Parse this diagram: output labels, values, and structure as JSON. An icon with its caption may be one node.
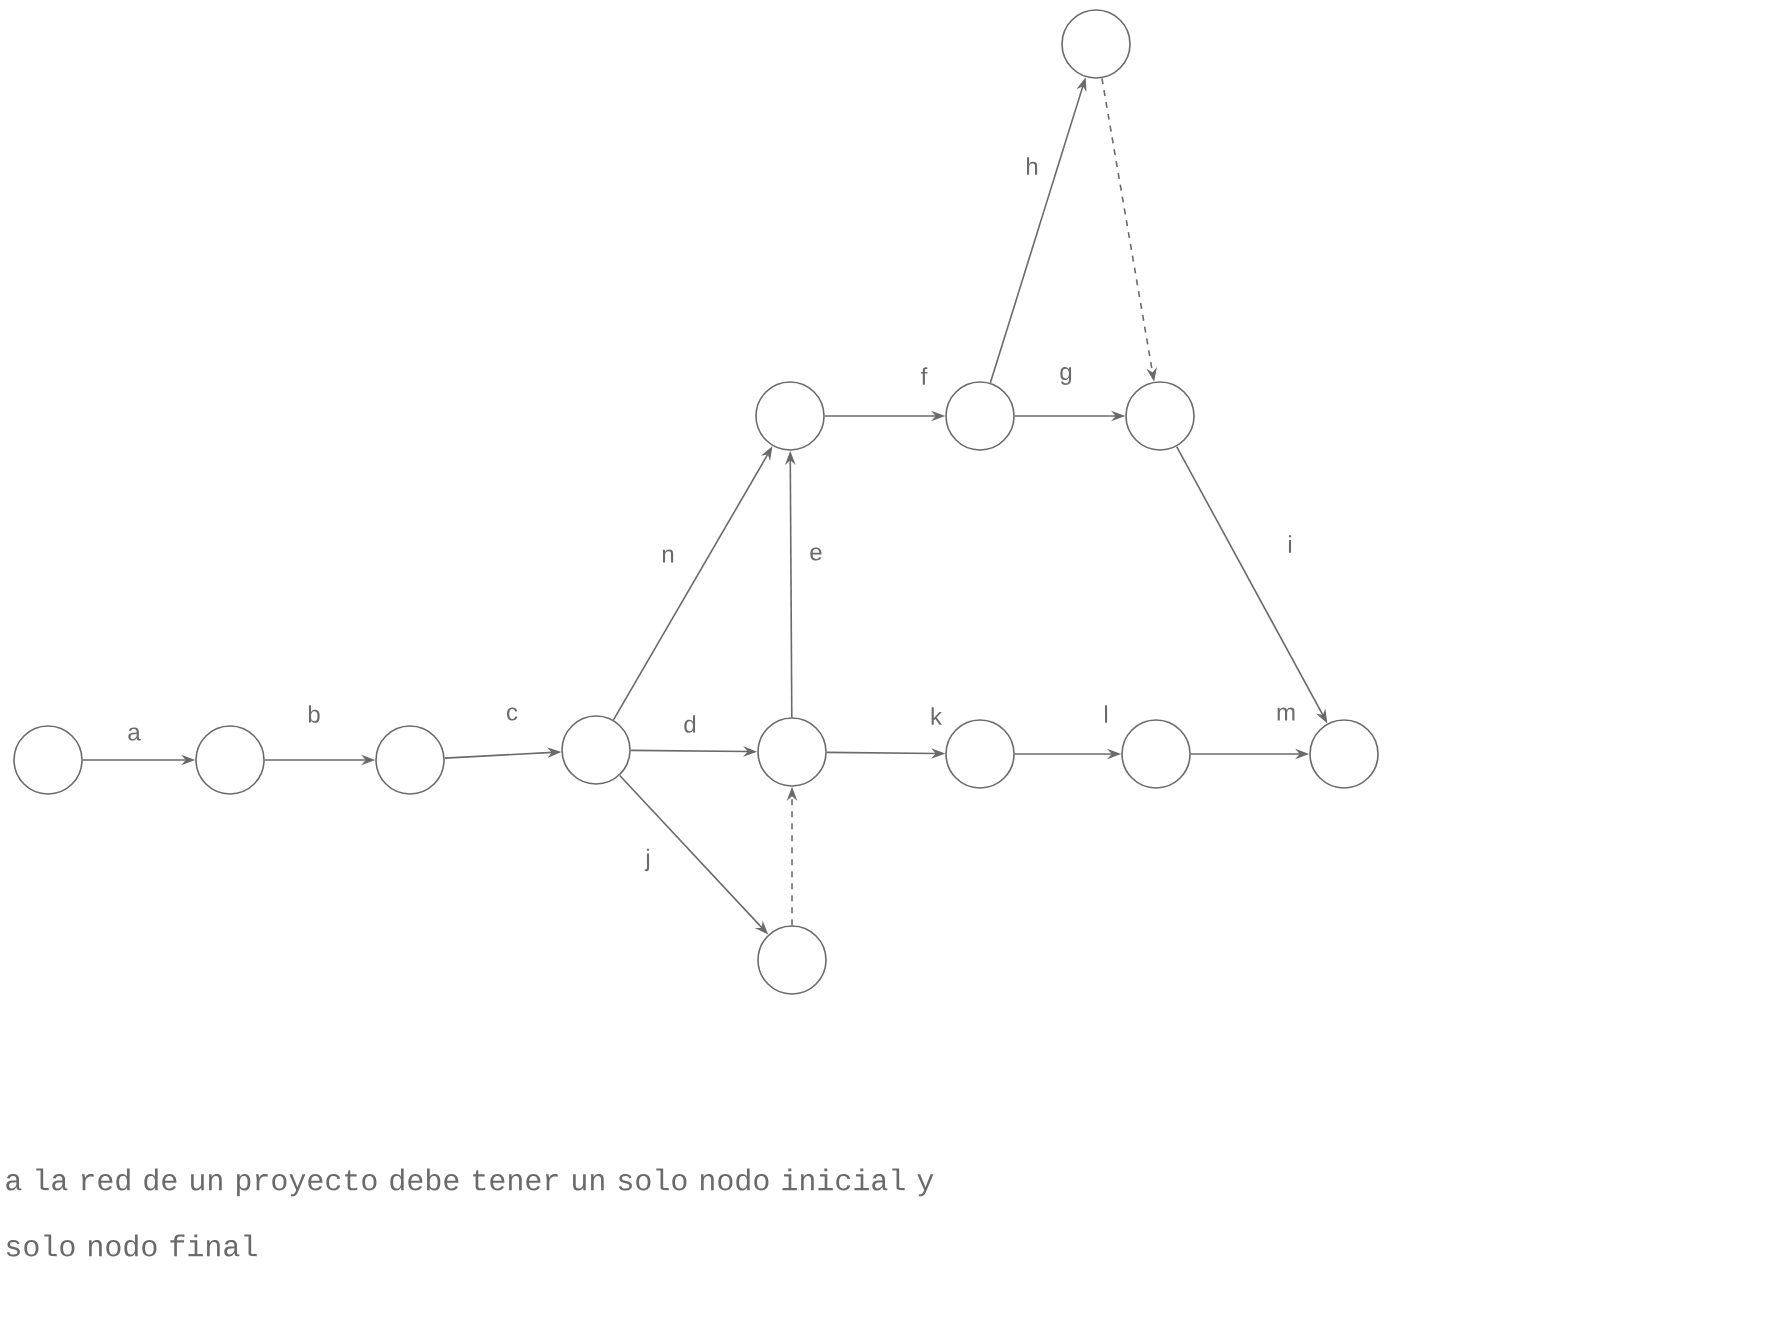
{
  "diagram": {
    "nodes": [
      {
        "text": [],
        "shape": "circle"
      },
      {
        "text": [],
        "shape": "circle"
      },
      {
        "text": [],
        "shape": "circle"
      },
      {
        "text": [],
        "shape": "circle"
      },
      {
        "text": [],
        "shape": "circle"
      },
      {
        "text": [],
        "shape": "circle"
      },
      {
        "text": [],
        "shape": "circle"
      },
      {
        "text": [],
        "shape": "circle"
      },
      {
        "text": [],
        "shape": "circle"
      },
      {
        "text": [],
        "shape": "circle"
      },
      {
        "text": [],
        "shape": "circle"
      },
      {
        "text": [],
        "shape": "circle"
      },
      {
        "text": [],
        "shape": "circle"
      }
    ],
    "edges": [
      {
        "from": 0,
        "to": 1,
        "arrow": "to",
        "label": "a"
      },
      {
        "from": 1,
        "to": 2,
        "arrow": "to",
        "label": "b"
      },
      {
        "from": 2,
        "to": 3,
        "arrow": "to",
        "label": "c"
      },
      {
        "from": 3,
        "to": 4,
        "arrow": "to",
        "label": "n"
      },
      {
        "from": 3,
        "to": 8,
        "arrow": "to",
        "label": "d"
      },
      {
        "from": 3,
        "to": 12,
        "arrow": "to",
        "label": "j"
      },
      {
        "from": 8,
        "to": 4,
        "arrow": "to",
        "label": "e"
      },
      {
        "from": 4,
        "to": 5,
        "arrow": "to",
        "label": "f"
      },
      {
        "from": 5,
        "to": 6,
        "arrow": "to",
        "label": "g"
      },
      {
        "from": 5,
        "to": 7,
        "arrow": "to",
        "label": "h"
      },
      {
        "from": 7,
        "to": 6,
        "arrow": "to",
        "style": "dashed"
      },
      {
        "from": 6,
        "to": 11,
        "arrow": "to",
        "label": "i"
      },
      {
        "from": 8,
        "to": 9,
        "arrow": "to",
        "label": "k"
      },
      {
        "from": 9,
        "to": 10,
        "arrow": "to",
        "label": "l"
      },
      {
        "from": 10,
        "to": 11,
        "arrow": "to",
        "label": "m"
      },
      {
        "from": 12,
        "to": 8,
        "arrow": "to",
        "style": "dashed"
      }
    ],
    "labels": [
      "a la red de un proyecto debe tener un solo nodo inicial y solo nodo final"
    ]
  }
}
